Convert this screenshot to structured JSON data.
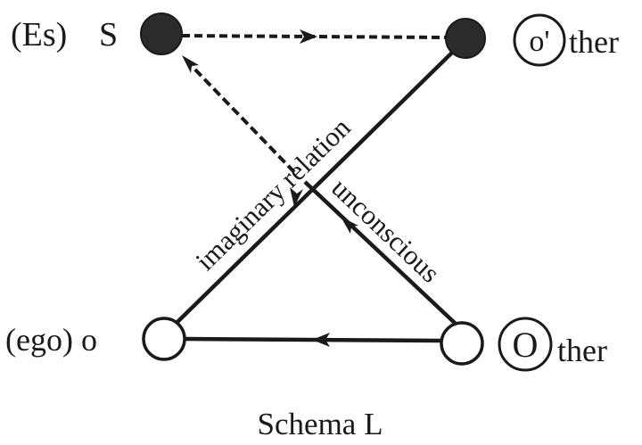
{
  "diagram": {
    "title": "Schema L",
    "nodes": {
      "s": {
        "label_prefix": "(Es)",
        "label": "S",
        "filled": true
      },
      "other_small": {
        "circled_letter": "o'",
        "label_suffix": "ther",
        "filled": true
      },
      "ego": {
        "label": "(ego) o",
        "filled": false
      },
      "other_big": {
        "circled_letter": "O",
        "label_suffix": "ther",
        "filled": false
      }
    },
    "edges": [
      {
        "from": "s",
        "to": "other_small",
        "style": "dashed",
        "arrow": "toward other_small"
      },
      {
        "from": "other_small",
        "to": "ego",
        "style": "solid",
        "label": "imaginary relation"
      },
      {
        "from": "other_big",
        "to": "s",
        "style": "solid then dashed",
        "label": "unconscious"
      },
      {
        "from": "other_big",
        "to": "ego",
        "style": "solid",
        "arrow": "toward ego"
      }
    ],
    "colors": {
      "ink": "#1a1a1a",
      "filled_node": "#2b2b2b",
      "open_node": "#ffffff"
    }
  }
}
